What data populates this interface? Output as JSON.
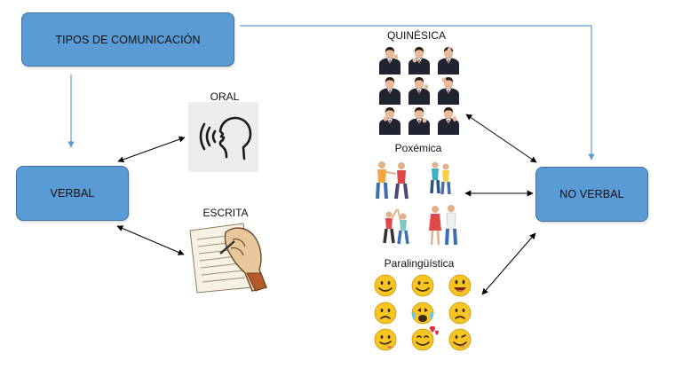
{
  "diagram": {
    "root": {
      "label": "TIPOS DE COMUNICACIÓN"
    },
    "verbal": {
      "label": "VERBAL"
    },
    "no_verbal": {
      "label": "NO VERBAL"
    },
    "oral": {
      "label": "ORAL",
      "icon": "speaking-head-icon"
    },
    "escrita": {
      "label": "ESCRITA",
      "icon": "hand-writing-on-paper-icon"
    },
    "quinesica": {
      "label": "QUINÉSICA",
      "icon": "businessman-gestures-grid"
    },
    "poxemica": {
      "label": "Poxémica",
      "icon": "people-interaction-figures"
    },
    "paralinguistica": {
      "label": "Paralingüística",
      "icon": "emoji-faces-grid"
    }
  },
  "colors": {
    "box_fill": "#5b9bd5",
    "box_border": "#41719c",
    "connector": "#5b9bd5",
    "arrow": "#000000",
    "emoji": "#f7c521"
  }
}
